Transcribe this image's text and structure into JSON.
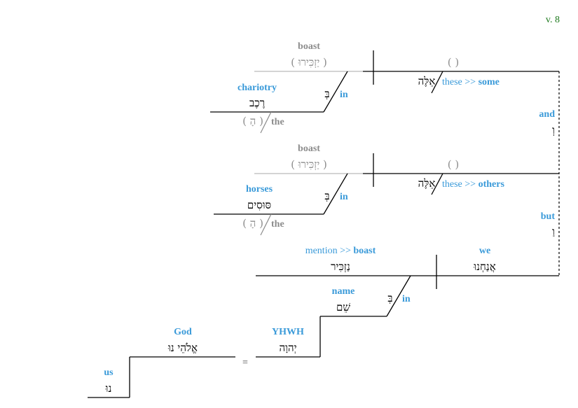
{
  "verse_label": "v. 8",
  "colors": {
    "blue": "#3a9ad9",
    "gray": "#8c8c8c",
    "green": "#1e7a1e",
    "black": "#000000"
  },
  "clause1": {
    "verb_gloss": "boast",
    "verb_hebrew": "( יַזְכִּירוּ )",
    "subject_hebrew": "אֵלֶּה",
    "object_paren": "( )",
    "subject_gloss_plain": "these >>",
    "subject_gloss_bold": "some",
    "prep_hebrew": "בְּ",
    "prep_gloss": "in",
    "noun_gloss": "chariotry",
    "noun_hebrew": "רֶכֶב",
    "article_hebrew": "( הָ )",
    "article_gloss": "the"
  },
  "conj1": {
    "gloss": "and",
    "hebrew": "וְ"
  },
  "clause2": {
    "verb_gloss": "boast",
    "verb_hebrew": "( יַזְכִּירוּ )",
    "subject_hebrew": "אֵלֶּה",
    "object_paren": "( )",
    "subject_gloss_plain": "these >>",
    "subject_gloss_bold": "others",
    "prep_hebrew": "בְּ",
    "prep_gloss": "in",
    "noun_gloss": "horses",
    "noun_hebrew": "סּוּסִים",
    "article_hebrew": "( הָ )",
    "article_gloss": "the"
  },
  "conj2": {
    "gloss": "but",
    "hebrew": "וַ"
  },
  "clause3": {
    "verb_gloss_plain": "mention >>",
    "verb_gloss_bold": "boast",
    "verb_hebrew": "נַזְכִּיר",
    "subject_gloss": "we",
    "subject_hebrew": "אֲנַחְנוּ",
    "prep_hebrew": "בְּ",
    "prep_gloss": "in",
    "noun_gloss": "name",
    "noun_hebrew": "שֵׁם",
    "yhwh_gloss": "YHWH",
    "yhwh_hebrew": "יְהוָה",
    "equals": "=",
    "god_gloss": "God",
    "god_hebrew": "אֱלֹהֵי נוּ",
    "us_gloss": "us",
    "us_hebrew": "נוּ"
  }
}
